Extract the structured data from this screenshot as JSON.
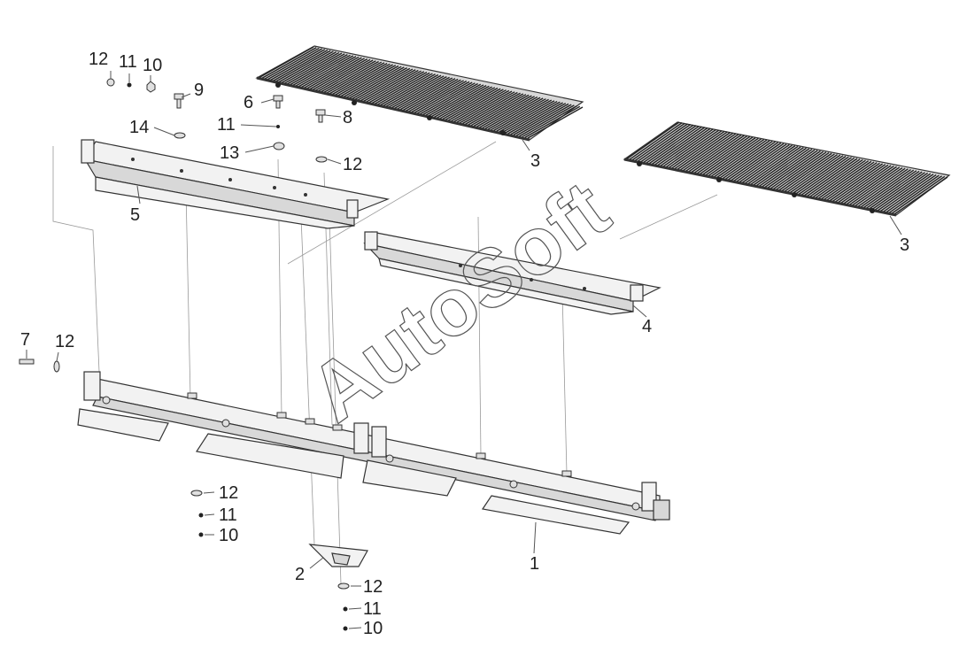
{
  "watermark": "AutoSoft",
  "callouts": [
    {
      "id": "c12a",
      "text": "12"
    },
    {
      "id": "c11a",
      "text": "11"
    },
    {
      "id": "c10a",
      "text": "10"
    },
    {
      "id": "c9",
      "text": "9"
    },
    {
      "id": "c6",
      "text": "6"
    },
    {
      "id": "c11b",
      "text": "11"
    },
    {
      "id": "c8",
      "text": "8"
    },
    {
      "id": "c14",
      "text": "14"
    },
    {
      "id": "c13",
      "text": "13"
    },
    {
      "id": "c12b",
      "text": "12"
    },
    {
      "id": "c3a",
      "text": "3"
    },
    {
      "id": "c3b",
      "text": "3"
    },
    {
      "id": "c5",
      "text": "5"
    },
    {
      "id": "c4",
      "text": "4"
    },
    {
      "id": "c7",
      "text": "7"
    },
    {
      "id": "c12c",
      "text": "12"
    },
    {
      "id": "c12d",
      "text": "12"
    },
    {
      "id": "c11c",
      "text": "11"
    },
    {
      "id": "c10b",
      "text": "10"
    },
    {
      "id": "c2",
      "text": "2"
    },
    {
      "id": "c1",
      "text": "1"
    },
    {
      "id": "c12e",
      "text": "12"
    },
    {
      "id": "c11d",
      "text": "11"
    },
    {
      "id": "c10c",
      "text": "10"
    }
  ]
}
